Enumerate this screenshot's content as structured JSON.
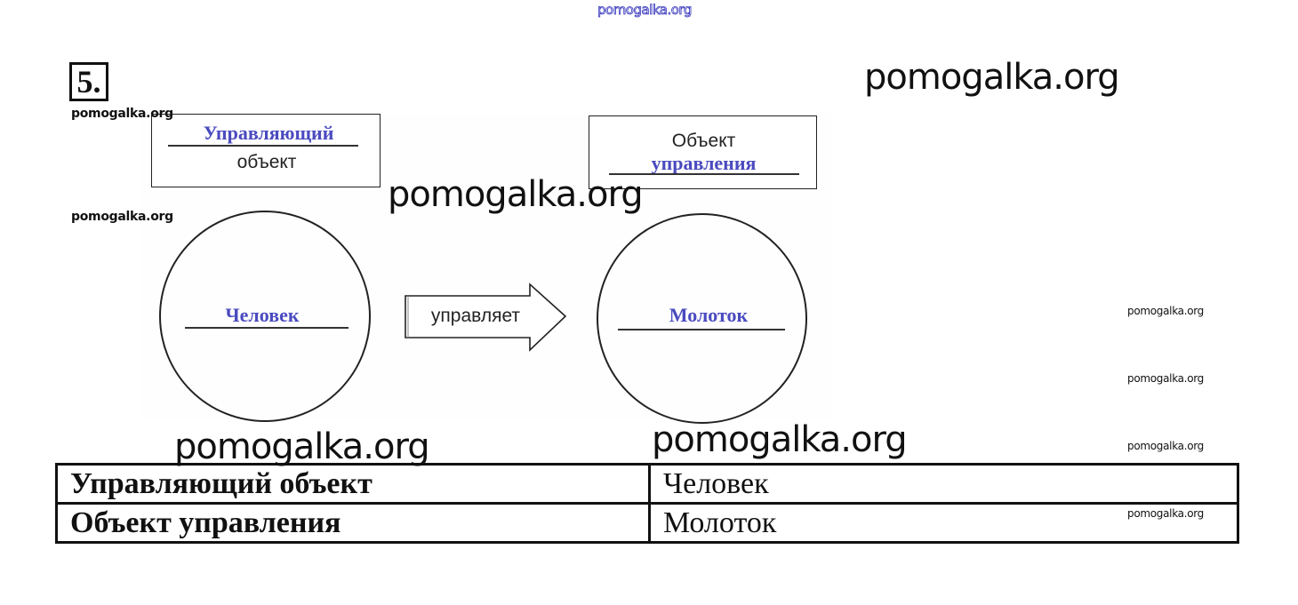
{
  "watermark": {
    "text": "pomogalka.org"
  },
  "task": {
    "number": "5."
  },
  "diagram": {
    "left_box": {
      "handwritten": "Управляющий",
      "printed": "объект"
    },
    "right_box": {
      "printed": "Объект",
      "handwritten": "управления"
    },
    "left_circle": {
      "handwritten": "Человек"
    },
    "arrow": {
      "label": "управляет"
    },
    "right_circle": {
      "handwritten": "Молоток"
    },
    "colors": {
      "handwriting": "#4a4ac0",
      "ink": "#222222"
    }
  },
  "answer_table": {
    "rows": [
      {
        "key": "Управляющий объект",
        "value": "Человек"
      },
      {
        "key": "Объект управления",
        "value": "Молоток"
      }
    ]
  }
}
